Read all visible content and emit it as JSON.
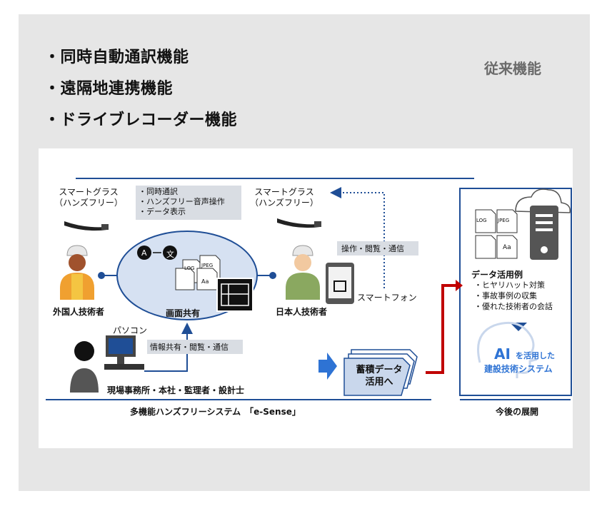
{
  "header": {
    "bullets": [
      "・同時自動通訳機能",
      "・遠隔地連携機能",
      "・ドライブレコーダー機能"
    ],
    "legacy_label": "従来機能"
  },
  "diagram": {
    "smart_glass_left": [
      "スマートグラス",
      "（ハンズフリー）"
    ],
    "smart_glass_right": [
      "スマートグラス",
      "（ハンズフリー）"
    ],
    "features": [
      "・同時通訳",
      "・ハンズフリー音声操作",
      "・データ表示"
    ],
    "foreign_engineer": "外国人技術者",
    "japanese_engineer": "日本人技術者",
    "screen_share": "画面共有",
    "file_log": "LOG",
    "file_jpeg": "JPEG",
    "file_aa": "Aa",
    "translate_from": "A",
    "translate_to": "文",
    "phone_ops": "操作・閲覧・通信",
    "smartphone": "スマートフォン",
    "pc": "パソコン",
    "info_share": "情報共有・閲覧・通信",
    "office": "現場事務所・本社・監理者・設計士",
    "storage": [
      "蓄積データ",
      "活用へ"
    ],
    "system_name": "多機能ハンズフリーシステム　「e-Sense」",
    "future": {
      "title": "データ活用例",
      "items": [
        "・ヒヤリハット対策",
        "・事故事例の収集",
        "・優れた技術者の会話"
      ],
      "ai": "AI",
      "ai_line1": "を活用した",
      "ai_line2": "建設技術システム",
      "footer": "今後の展開"
    }
  },
  "colors": {
    "navy": "#1f4e96",
    "dark_red": "#c00000",
    "ellipse_fill": "#d6e1f2",
    "grey_box": "#d9dde3"
  }
}
